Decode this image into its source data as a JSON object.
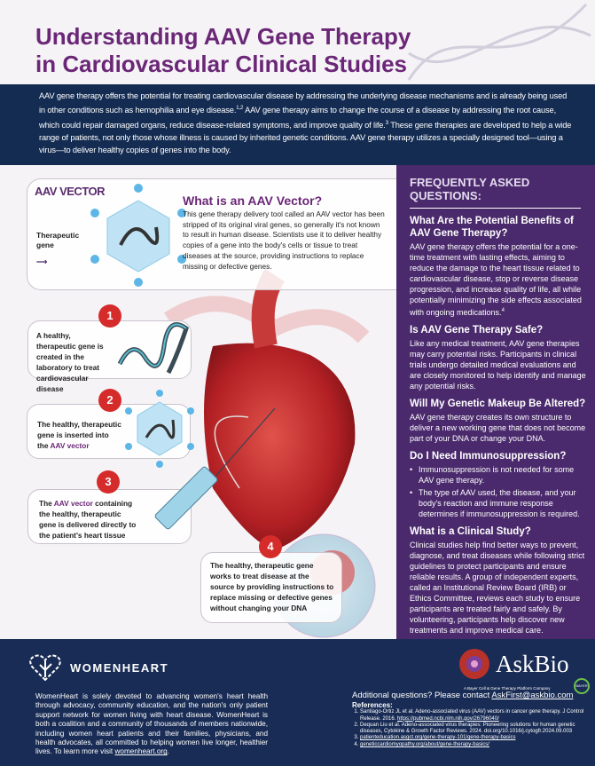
{
  "title": {
    "line1": "Understanding AAV Gene Therapy",
    "line2": "in Cardiovascular Clinical Studies"
  },
  "intro": {
    "p1": "AAV gene therapy offers the potential for treating cardiovascular disease by addressing the underlying disease mechanisms and is already being used in other conditions such as hemophilia and eye disease.",
    "sup1": "1,2",
    "p2": " AAV gene therapy aims to change the course of a disease by addressing the root cause, which could repair damaged organs, reduce disease-related symptoms, and improve quality of life.",
    "sup2": "3",
    "p3": " These gene therapies are developed to help a wide range of patients, not only those whose illness is caused by inherited genetic conditions. AAV gene therapy utilizes a specially designed tool—using a virus—to deliver healthy copies of genes into the body."
  },
  "vector": {
    "label": "AAV VECTOR",
    "gene_label": "Therapeutic gene",
    "heading": "What is an AAV Vector?",
    "body": "This gene therapy delivery tool called an AAV vector has been stripped of its original viral genes, so generally it's not known to result in human disease. Scientists use it to deliver healthy copies of a gene into the body's cells or tissue to treat diseases at the source, providing instructions to replace missing or defective genes."
  },
  "steps": [
    {
      "num": "1",
      "text": "A healthy, therapeutic gene is created in the laboratory to treat cardiovascular disease"
    },
    {
      "num": "2",
      "text": "The healthy, therapeutic gene is inserted into the ",
      "highlight": "AAV vector"
    },
    {
      "num": "3",
      "pre": "The ",
      "highlight": "AAV vector",
      "text": " containing the healthy, therapeutic gene is delivered directly to the patient's heart tissue"
    },
    {
      "num": "4",
      "text": "The healthy, therapeutic gene works to treat disease at the source by providing instructions to replace missing or defective genes without changing your DNA"
    }
  ],
  "faq": {
    "heading": "FREQUENTLY ASKED QUESTIONS:",
    "q1": "What Are the Potential Benefits of AAV Gene Therapy?",
    "a1": "AAV gene therapy offers the potential for a one-time treatment with lasting effects, aiming to reduce the damage to the heart tissue related to cardiovascular disease, stop or reverse disease progression, and increase quality of life, all while potentially minimizing the side effects associated with ongoing medications.",
    "a1_sup": "4",
    "q2": "Is AAV Gene Therapy Safe?",
    "a2": "Like any medical treatment, AAV gene therapies may carry potential risks. Participants in clinical trials undergo detailed medical evaluations and are closely monitored to help identify and manage any potential risks.",
    "q3": "Will My Genetic Makeup Be Altered?",
    "a3": "AAV gene therapy creates its own structure to deliver a new working gene that does not become part of your DNA or change your DNA.",
    "q4": "Do I Need Immunosuppression?",
    "a4_bullets": [
      "Immunosuppression is not needed for some AAV gene therapy.",
      "The type of AAV used, the disease, and your body's reaction and immune response determines if immunosuppression is required."
    ],
    "q5": "What is a Clinical Study?",
    "a5": "Clinical studies help find better ways to prevent, diagnose, and treat diseases while following strict guidelines to protect participants and ensure reliable results. A group of independent experts, called an Institutional Review Board (IRB) or Ethics Committee, reviews each study to ensure participants are treated fairly and safely. By volunteering, participants help discover new treatments and improve medical care."
  },
  "footer": {
    "wh_name": "WOMENHEART",
    "wh_text": "WomenHeart is solely devoted to advancing women's heart health through advocacy, community education, and the nation's only patient support network for women living with heart disease. WomenHeart is both a coalition and a community of thousands of members nationwide, including women heart patients and their families, physicians, and health advocates, all committed to helping women live longer, healthier lives. To learn more visit ",
    "wh_link": "womenheart.org",
    "askbio_name": "AskBio",
    "askbio_sub": "A Bayer Cell & Gene Therapy Platform Company",
    "bayer": "BAYER",
    "contact_pre": "Additional questions? Please contact ",
    "contact_email": "AskFirst@askbio.com",
    "refs_label": "References:",
    "refs": [
      {
        "text": "Santiago-Ortiz JL et al. Adeno-associated virus (AAV) vectors in cancer gene therapy. J Control Release. 2016. ",
        "link": "https://pubmed.ncbi.nlm.nih.gov/26796040/"
      },
      {
        "text": "Dequan Liu et al. Adeno-associated virus therapies: Pioneering solutions for human genetic diseases, Cytokine & Growth Factor Reviews. 2024. doi.org/10.1016/j.cytogfr.2024.09.003",
        "link": ""
      },
      {
        "text": "",
        "link": "patienteducation.asgct.org/gene-therapy-101/gene-therapy-basics"
      },
      {
        "text": "",
        "link": "geneticcardiomyopathy.org/about/gene-therapy-basics/"
      }
    ]
  },
  "colors": {
    "title": "#6b2777",
    "navy": "#142c52",
    "faq_bg": "#4a2a6c",
    "step_badge": "#d52b2b"
  }
}
